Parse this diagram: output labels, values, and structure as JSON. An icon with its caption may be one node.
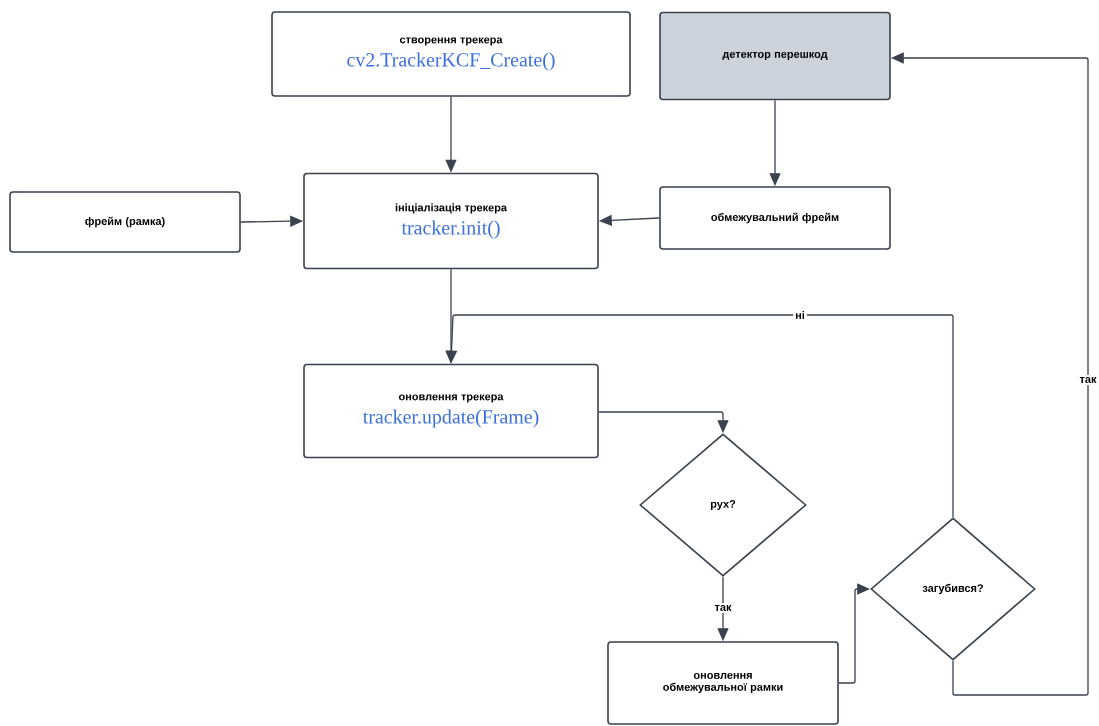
{
  "diagram": {
    "nodes": [
      {
        "text": [
          "створення трекера",
          "cv2.TrackerKCF_Create()"
        ]
      },
      {
        "text": [
          "детектор перешкод"
        ]
      },
      {
        "text": [
          "фрейм (рамка)"
        ]
      },
      {
        "text": [
          "ініціалізація трекера",
          "tracker.init()"
        ]
      },
      {
        "text": [
          "обмежувальний фрейм"
        ]
      },
      {
        "text": [
          "оновлення трекера",
          "tracker.update(Frame)"
        ]
      },
      {
        "text": [
          "рух?"
        ]
      },
      {
        "text": [
          "оновлення обмежувальної рамки"
        ]
      },
      {
        "text": [
          "загубився?"
        ]
      }
    ],
    "edges": [
      {
        "from": 0,
        "to": 3,
        "arrow": "to"
      },
      {
        "from": 1,
        "to": 4,
        "arrow": "to"
      },
      {
        "from": 2,
        "to": 3,
        "arrow": "to"
      },
      {
        "from": 4,
        "to": 3,
        "arrow": "to"
      },
      {
        "from": 3,
        "to": 5,
        "arrow": "to"
      },
      {
        "from": 5,
        "to": 6,
        "arrow": "to"
      },
      {
        "from": 6,
        "to": 7,
        "arrow": "to",
        "label": "так"
      },
      {
        "from": 7,
        "to": 8,
        "arrow": "to"
      },
      {
        "from": 8,
        "to": 5,
        "arrow": "to",
        "label": "ні"
      },
      {
        "from": 8,
        "to": 1,
        "arrow": "to",
        "label": "так"
      }
    ]
  }
}
